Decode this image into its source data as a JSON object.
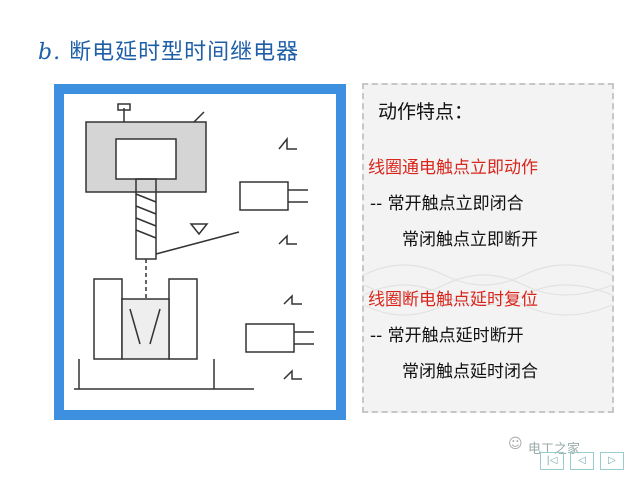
{
  "title": {
    "prefix": "b.",
    "text": "断电延时型时间继电器"
  },
  "panel": {
    "heading": "动作特点：",
    "lines": [
      {
        "text": "线圈通电触点立即动作",
        "color": "#d9261c"
      },
      {
        "text": "--  常开触点立即闭合",
        "color": "#111111"
      },
      {
        "text": "常闭触点立即断开",
        "color": "#111111"
      },
      {
        "text": "线圈断电触点延时复位",
        "color": "#d9261c"
      },
      {
        "text": "--  常开触点延时断开",
        "color": "#111111"
      },
      {
        "text": "常闭触点延时闭合",
        "color": "#111111"
      }
    ]
  },
  "watermark": {
    "text": "电工之家"
  },
  "nav": {
    "first": "|◁",
    "prev": "◁",
    "next": "▷"
  }
}
